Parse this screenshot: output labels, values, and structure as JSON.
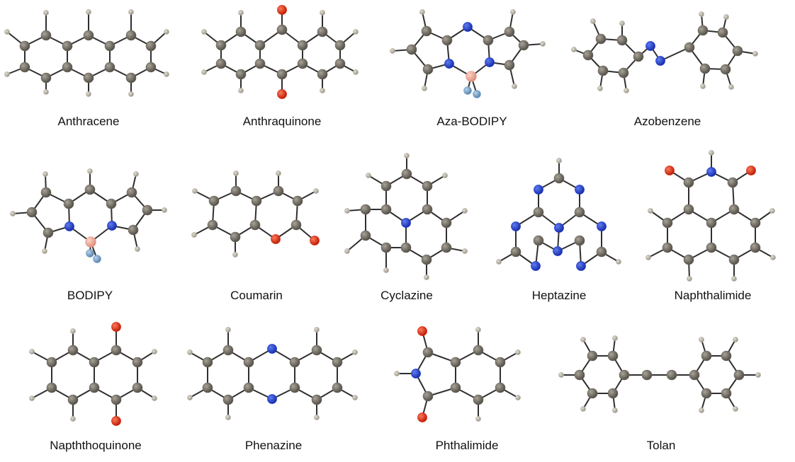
{
  "molecules": [
    {
      "id": "anthracene",
      "name": "Anthracene"
    },
    {
      "id": "anthraquinone",
      "name": "Anthraquinone"
    },
    {
      "id": "aza-bodipy",
      "name": "Aza-BODIPY"
    },
    {
      "id": "azobenzene",
      "name": "Azobenzene"
    },
    {
      "id": "bodipy",
      "name": "BODIPY"
    },
    {
      "id": "coumarin",
      "name": "Coumarin"
    },
    {
      "id": "cyclazine",
      "name": "Cyclazine"
    },
    {
      "id": "heptazine",
      "name": "Heptazine"
    },
    {
      "id": "naphthalimide",
      "name": "Naphthalimide"
    },
    {
      "id": "napththoquinone",
      "name": "Napththoquinone"
    },
    {
      "id": "phenazine",
      "name": "Phenazine"
    },
    {
      "id": "phthalimide",
      "name": "Phthalimide"
    },
    {
      "id": "tolan",
      "name": "Tolan"
    }
  ],
  "atom_colors": {
    "C": "#6f6a60",
    "H": "#b9b4a6",
    "N": "#1f3fd0",
    "O": "#e02a10",
    "B": "#f0a898",
    "F": "#7ea5cc"
  }
}
